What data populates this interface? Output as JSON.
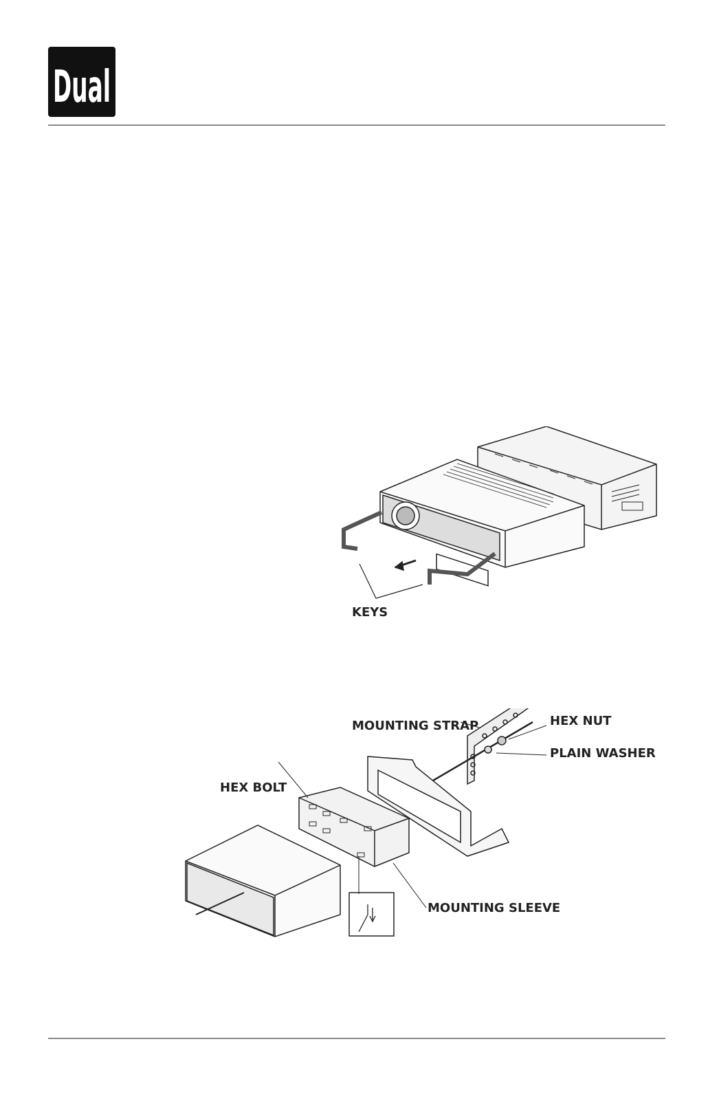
{
  "brand": {
    "logo_text": "Dual",
    "registered_mark": "®"
  },
  "figure1": {
    "label_keys": "KEYS"
  },
  "figure2": {
    "label_mounting_strap": "MOUNTING STRAP",
    "label_hex_nut": "HEX NUT",
    "label_plain_washer": "PLAIN WASHER",
    "label_hex_bolt": "HEX BOLT",
    "label_mounting_sleeve": "MOUNTING SLEEVE"
  }
}
